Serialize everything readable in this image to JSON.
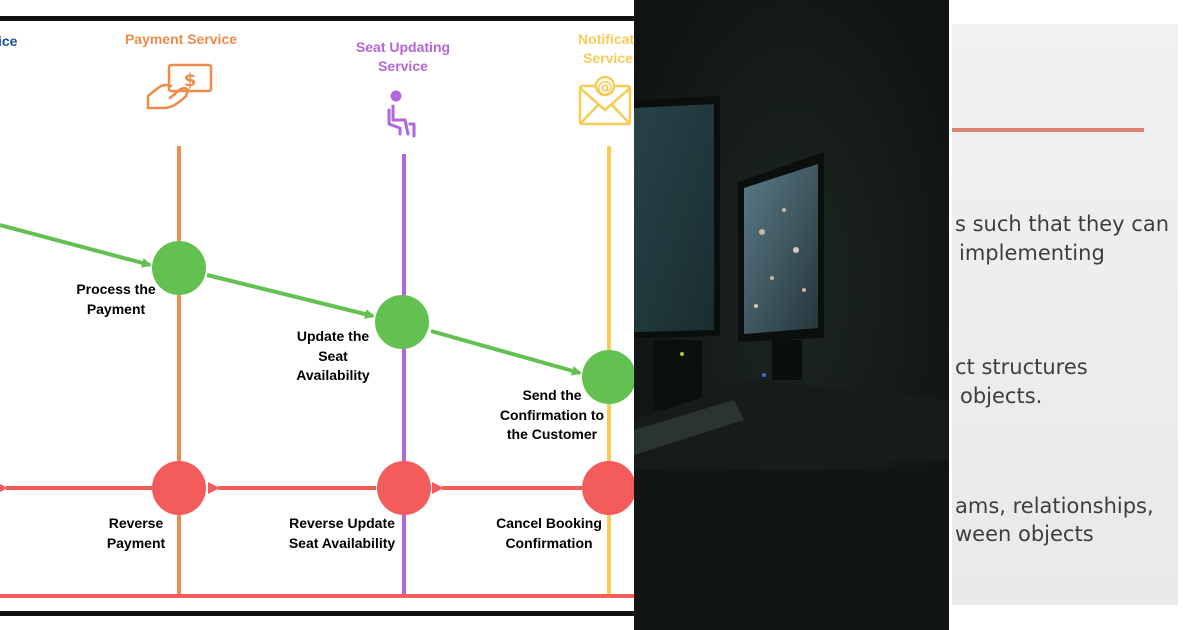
{
  "diagram": {
    "services": [
      {
        "label": "ice",
        "color": "#1a4f9c"
      },
      {
        "label": "Payment Service",
        "color": "#f08a4b"
      },
      {
        "label": "Seat Updating\nService",
        "color": "#b266d9"
      },
      {
        "label": "Notificati\nService",
        "color": "#f5cc56"
      }
    ],
    "steps": [
      {
        "label": "Process the\nPayment"
      },
      {
        "label": "Update the\nSeat\nAvailability"
      },
      {
        "label": "Send the\nConfirmation to\nthe Customer"
      }
    ],
    "compensations": [
      {
        "label": "Reverse\nPayment"
      },
      {
        "label": "Reverse Update\nSeat Availability"
      },
      {
        "label": "Cancel Booking\nConfirmation"
      }
    ],
    "colors": {
      "forward": "#63c151",
      "compensate": "#f45c5c",
      "frame": "#111111"
    },
    "icons": [
      "cash-hand-icon",
      "seated-person-icon",
      "envelope-at-icon"
    ]
  },
  "slide": {
    "lines": [
      "s such that they can",
      "implementing",
      "ct structures",
      "objects.",
      "ams, relationships,",
      "ween objects"
    ],
    "accent": "#d9826f"
  }
}
